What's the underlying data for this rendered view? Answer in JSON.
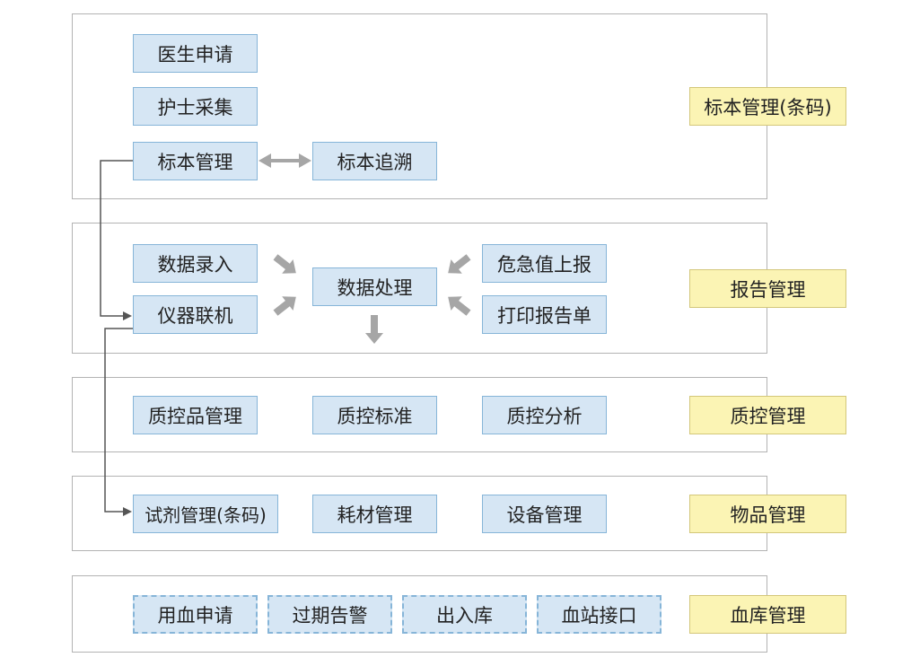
{
  "sections": {
    "specimen": {
      "label": "标本管理(条码)",
      "nodes": [
        "医生申请",
        "护士采集",
        "标本管理",
        "标本追溯"
      ]
    },
    "report": {
      "label": "报告管理",
      "nodes": [
        "数据录入",
        "仪器联机",
        "数据处理",
        "危急值上报",
        "打印报告单"
      ]
    },
    "qc": {
      "label": "质控管理",
      "nodes": [
        "质控品管理",
        "质控标准",
        "质控分析"
      ]
    },
    "goods": {
      "label": "物品管理",
      "nodes": [
        "试剂管理(条码)",
        "耗材管理",
        "设备管理"
      ]
    },
    "bloodbank": {
      "label": "血库管理",
      "nodes": [
        "用血申请",
        "过期告警",
        "出入库",
        "血站接口"
      ]
    }
  },
  "colors": {
    "node_fill": "#d6e6f4",
    "node_border": "#86b5d8",
    "label_fill": "#fbf4b4",
    "label_border": "#d3c77a",
    "section_border": "#b3b3b3",
    "connector": "#555555",
    "flow_arrow": "#a6a6a6"
  }
}
